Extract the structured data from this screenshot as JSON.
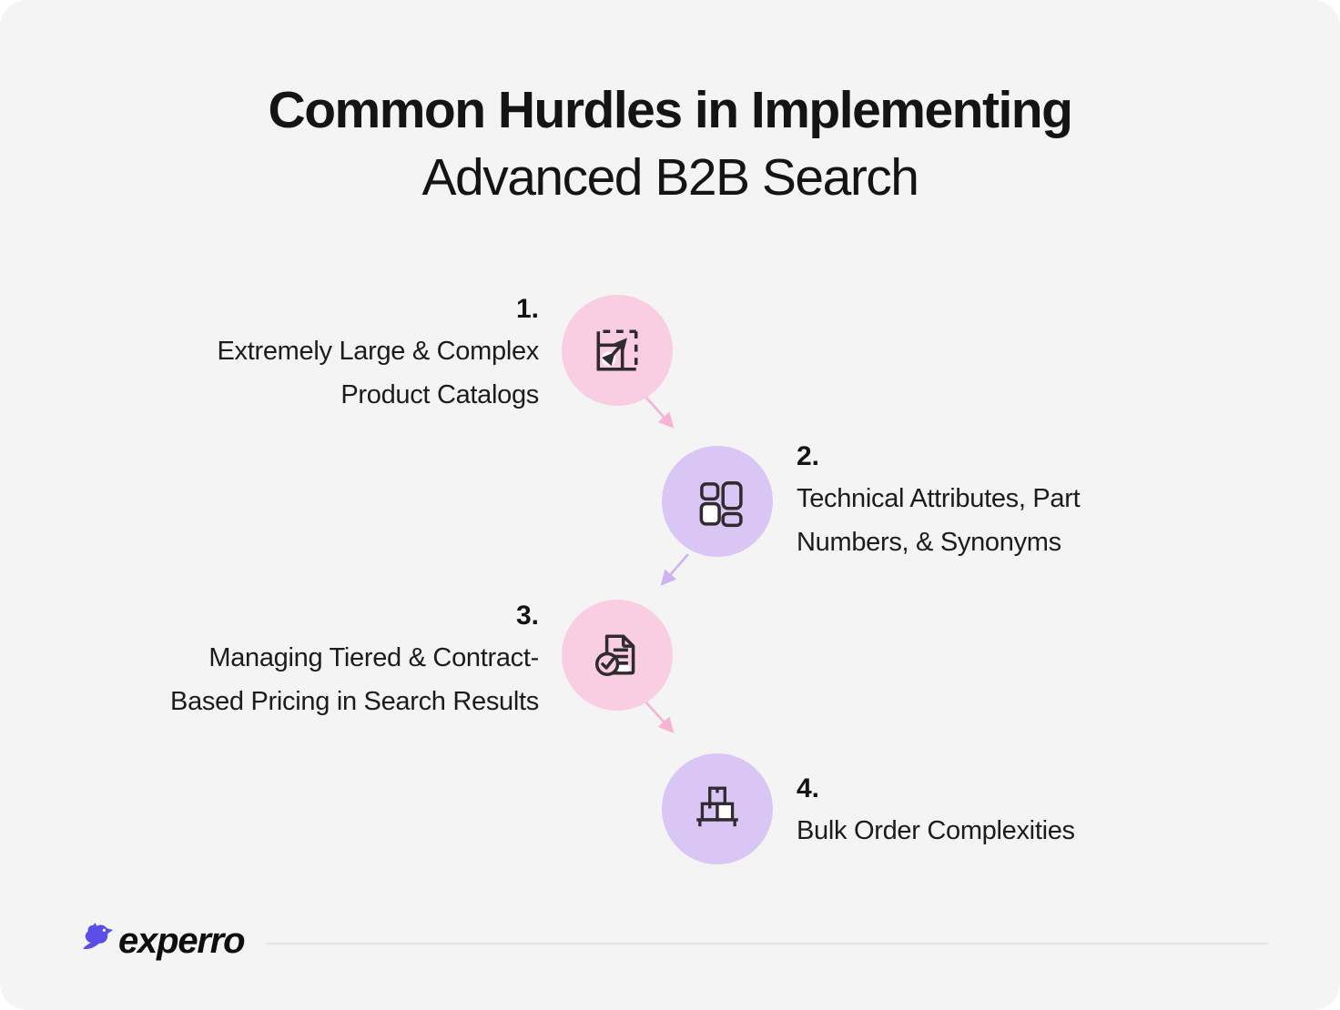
{
  "canvas": {
    "background": "#F4F4F4",
    "page_background": "#FFFFFF"
  },
  "title": {
    "line1": "Common Hurdles in Implementing",
    "line2": "Advanced B2B Search"
  },
  "steps": [
    {
      "number": "1.",
      "line1": "Extremely Large & Complex",
      "line2": "Product Catalogs",
      "full_label": "Extremely Large & Complex Product Catalogs",
      "icon": "expand-resize-icon",
      "circle_color": "#F9CDE2",
      "arrow_after_color": "#F6B3D3"
    },
    {
      "number": "2.",
      "line1": "Technical Attributes, Part",
      "line2": "Numbers, & Synonyms",
      "full_label": "Technical Attributes, Part Numbers, & Synonyms",
      "icon": "component-grid-icon",
      "circle_color": "#D9C6F5",
      "arrow_after_color": "#CDB4EF"
    },
    {
      "number": "3.",
      "line1": "Managing Tiered & Contract-",
      "line2": "Based Pricing in Search Results",
      "full_label": "Managing Tiered & Contract-Based Pricing in Search Results",
      "icon": "document-check-icon",
      "circle_color": "#F9CDE2",
      "arrow_after_color": "#F6B3D3"
    },
    {
      "number": "4.",
      "line1": "Bulk Order Complexities",
      "full_label": "Bulk Order Complexities",
      "icon": "stacked-boxes-icon",
      "circle_color": "#D9C6F5"
    }
  ],
  "footer": {
    "brand": "experro",
    "logo_color": "#5B4DE8"
  },
  "colors": {
    "text": "#1C1C1C",
    "icon_stroke": "#2F2B2E",
    "divider": "#E3E3E3",
    "pink_circle": "#F9CDE2",
    "purple_circle": "#D9C6F5",
    "pink_arrow": "#F6B3D3",
    "purple_arrow": "#CDB4EF"
  }
}
